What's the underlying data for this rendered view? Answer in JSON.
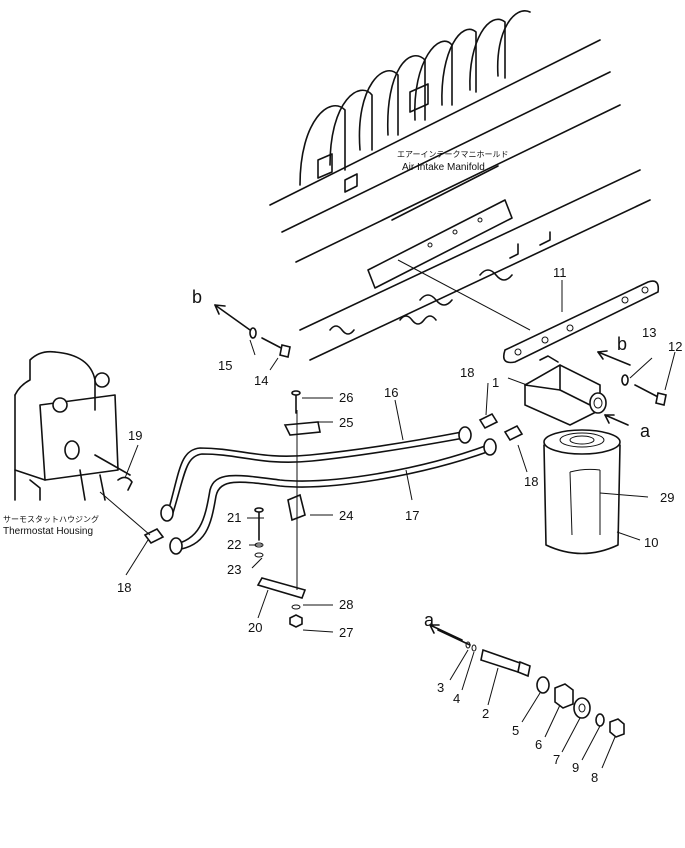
{
  "captions": {
    "manifold_jp": "エアーインテークマニホールド",
    "manifold_en": "Air Intake Manifold",
    "thermostat_jp": "サーモスタットハウジング",
    "thermostat_en": "Thermostat Housing"
  },
  "view_letters": {
    "a_top": "a",
    "a_bottom": "a",
    "b_left": "b",
    "b_right": "b"
  },
  "parts": {
    "p1": "1",
    "p2": "2",
    "p3": "3",
    "p4": "4",
    "p5": "5",
    "p6": "6",
    "p7": "7",
    "p8": "8",
    "p9": "9",
    "p10": "10",
    "p11": "11",
    "p12": "12",
    "p13": "13",
    "p14": "14",
    "p15": "15",
    "p16": "16",
    "p17": "17",
    "p18a": "18",
    "p18b": "18",
    "p18c": "18",
    "p19": "19",
    "p20": "20",
    "p21": "21",
    "p22": "22",
    "p23": "23",
    "p24": "24",
    "p25": "25",
    "p26": "26",
    "p27": "27",
    "p28": "28",
    "p29": "29"
  }
}
